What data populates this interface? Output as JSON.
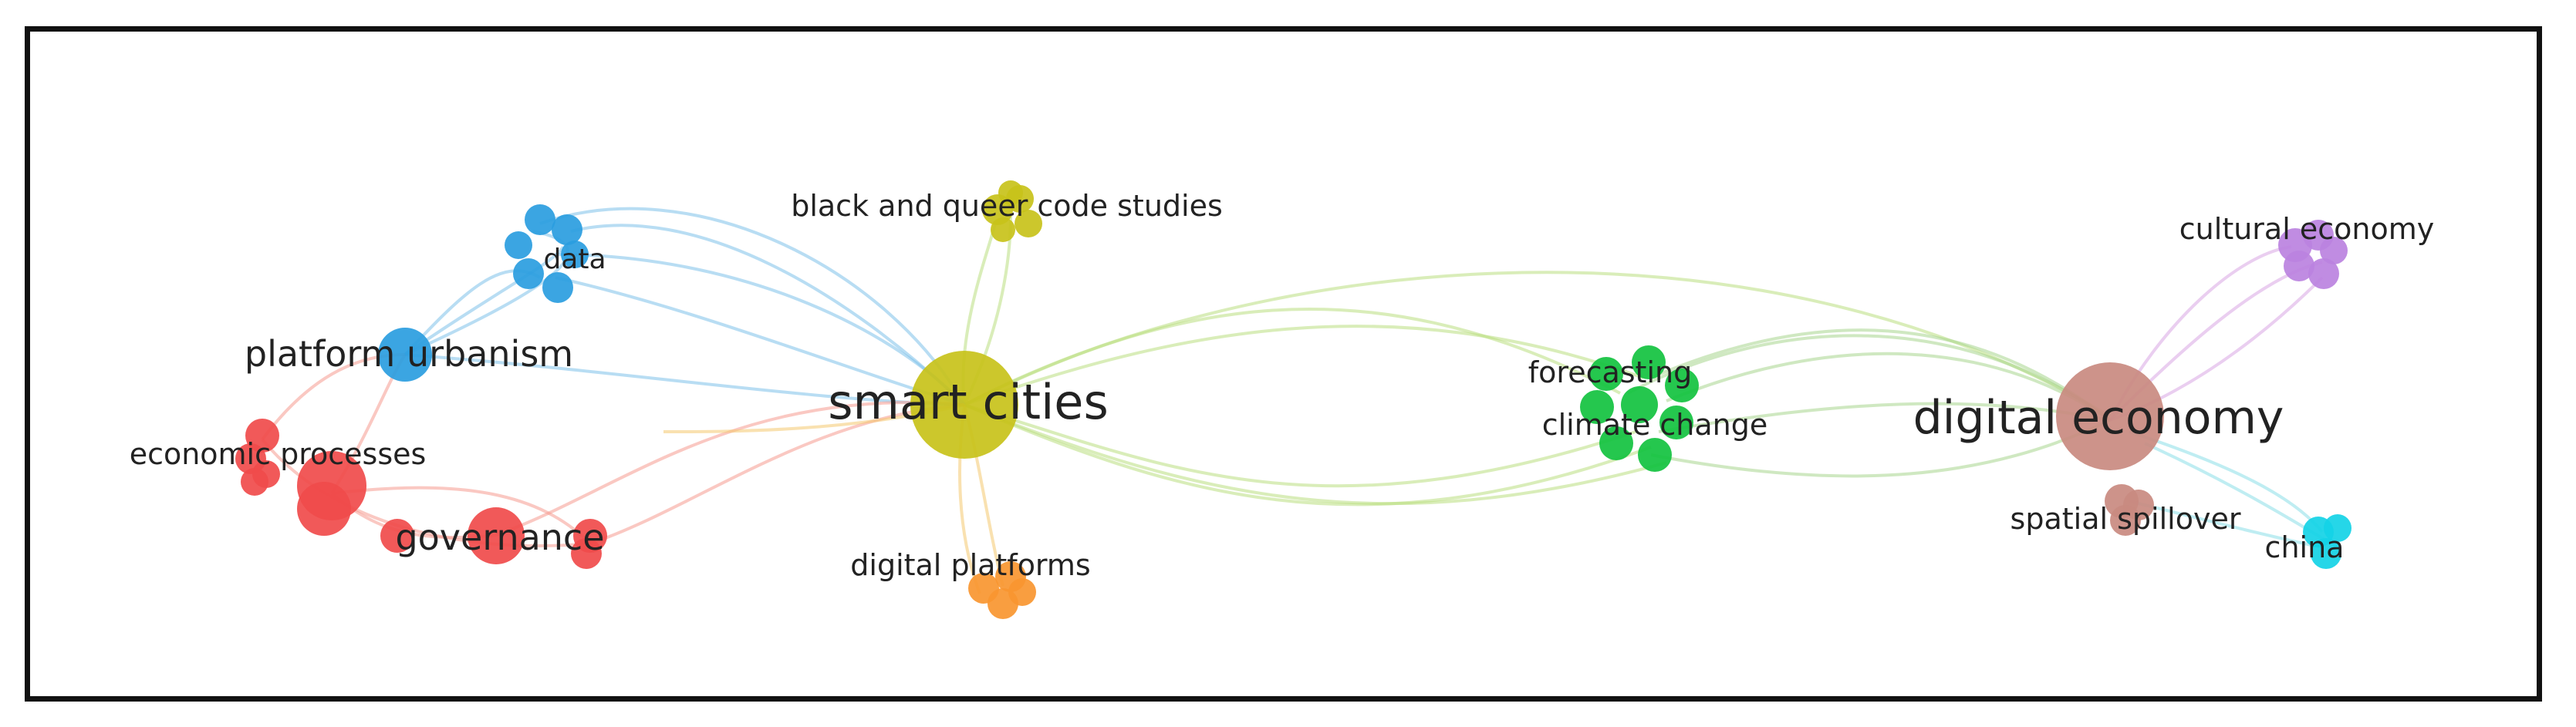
{
  "colors": {
    "yellow": "#c8c21a",
    "blue": "#2a9ddf",
    "red": "#f04b4b",
    "green": "#12c23f",
    "salmon": "#c98a80",
    "purple": "#bb82e0",
    "cyan": "#14d3e6",
    "orange": "#f99630",
    "edge_yellow_green": "#b9df7f",
    "edge_green_salmon": "#a8d58e",
    "edge_blue": "#7ec1e9",
    "edge_red": "#f59a8f",
    "edge_orange": "#f4c870",
    "edge_purple": "#d9a6e3",
    "edge_cyan": "#8adfe8"
  },
  "clusters": [
    {
      "id": "yellow",
      "label": "smart cities"
    },
    {
      "id": "yellow",
      "label": "black and queer code studies"
    },
    {
      "id": "blue",
      "label": "platform urbanism"
    },
    {
      "id": "blue",
      "label": "data"
    },
    {
      "id": "red",
      "label": "economic processes"
    },
    {
      "id": "red",
      "label": "governance"
    },
    {
      "id": "orange",
      "label": "digital platforms"
    },
    {
      "id": "green",
      "label": "forecasting"
    },
    {
      "id": "green",
      "label": "climate change"
    },
    {
      "id": "salmon",
      "label": "digital economy"
    },
    {
      "id": "salmon",
      "label": "spatial spillover"
    },
    {
      "id": "purple",
      "label": "cultural economy"
    },
    {
      "id": "cyan",
      "label": "china"
    }
  ]
}
